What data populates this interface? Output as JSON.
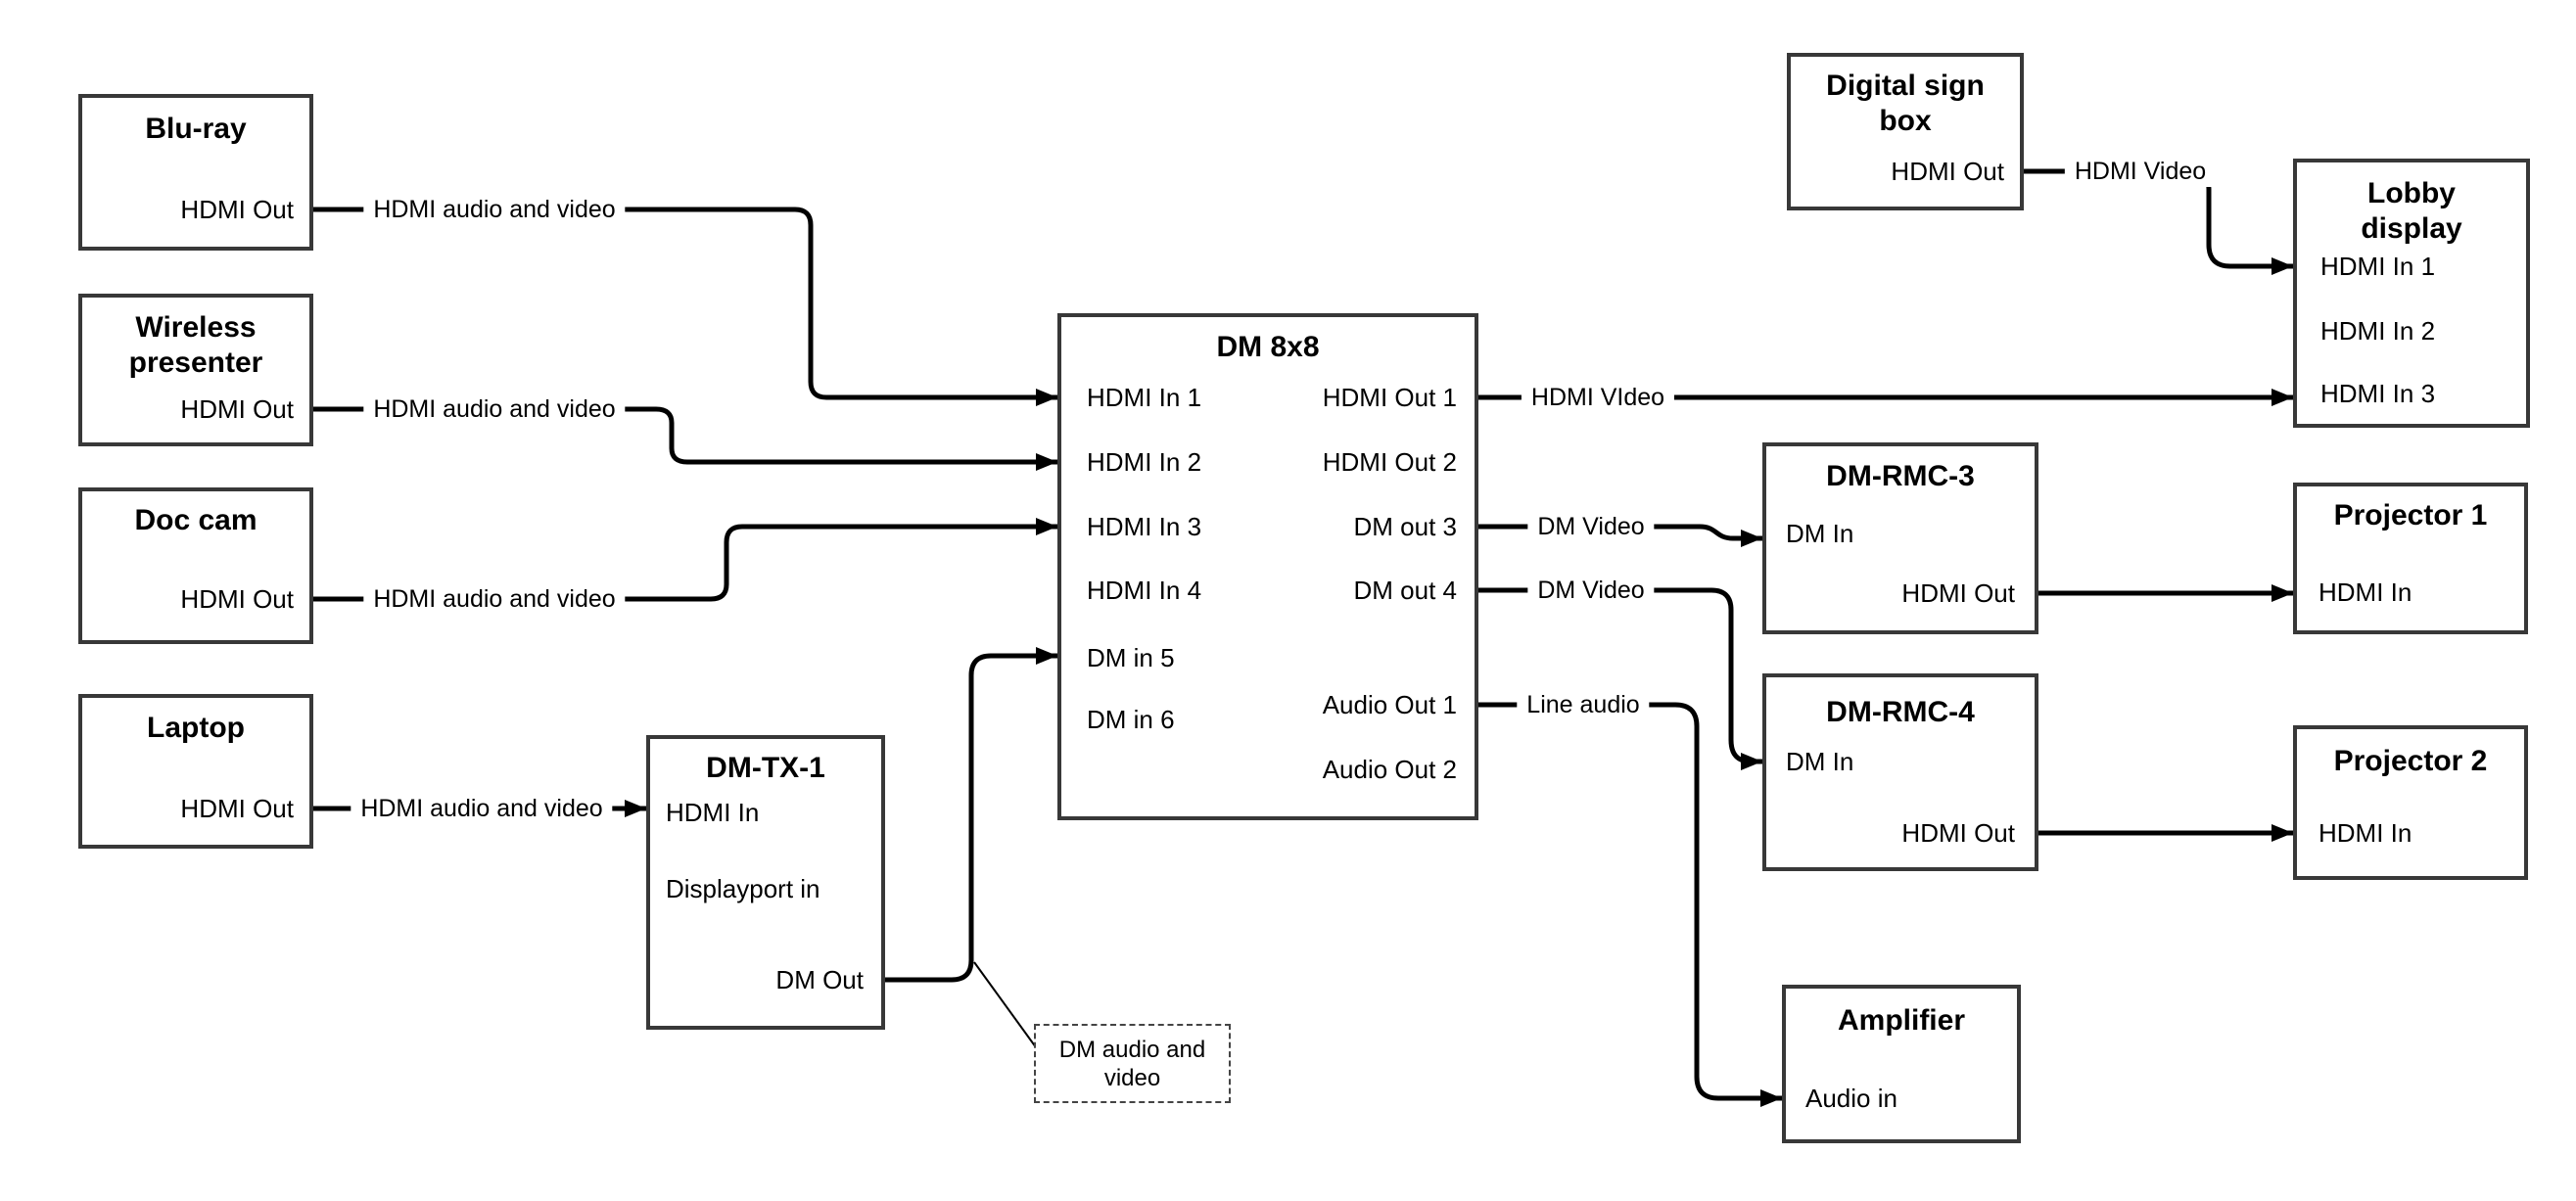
{
  "colors": {
    "background": "#ffffff",
    "box_border": "#383838",
    "wire": "#000000",
    "text": "#000000"
  },
  "nodes": {
    "bluray": {
      "title": "Blu-ray",
      "port_hdmi_out": "HDMI Out"
    },
    "wireless_presenter": {
      "title": "Wireless presenter",
      "port_hdmi_out": "HDMI Out"
    },
    "doc_cam": {
      "title": "Doc cam",
      "port_hdmi_out": "HDMI Out"
    },
    "laptop": {
      "title": "Laptop",
      "port_hdmi_out": "HDMI Out"
    },
    "dm_tx_1": {
      "title": "DM-TX-1",
      "port_hdmi_in": "HDMI In",
      "port_displayport_in": "Displayport in",
      "port_dm_out": "DM Out"
    },
    "dm_8x8": {
      "title": "DM 8x8",
      "port_in1": "HDMI In 1",
      "port_in2": "HDMI In 2",
      "port_in3": "HDMI In 3",
      "port_in4": "HDMI In 4",
      "port_in5": "DM in 5",
      "port_in6": "DM in 6",
      "port_out1": "HDMI Out 1",
      "port_out2": "HDMI Out 2",
      "port_out3": "DM out 3",
      "port_out4": "DM out 4",
      "port_out5": "Audio Out 1",
      "port_out6": "Audio Out 2"
    },
    "digital_sign_box": {
      "title": "Digital sign box",
      "port_hdmi_out": "HDMI Out"
    },
    "lobby_display": {
      "title": "Lobby display",
      "port_hdmi_in_1": "HDMI In 1",
      "port_hdmi_in_2": "HDMI In 2",
      "port_hdmi_in_3": "HDMI In 3"
    },
    "dm_rmc_3": {
      "title": "DM-RMC-3",
      "port_dm_in": "DM In",
      "port_hdmi_out": "HDMI Out"
    },
    "projector_1": {
      "title": "Projector 1",
      "port_hdmi_in": "HDMI In"
    },
    "dm_rmc_4": {
      "title": "DM-RMC-4",
      "port_dm_in": "DM In",
      "port_hdmi_out": "HDMI Out"
    },
    "projector_2": {
      "title": "Projector 2",
      "port_hdmi_in": "HDMI In"
    },
    "amplifier": {
      "title": "Amplifier",
      "port_audio_in": "Audio in"
    }
  },
  "edge_labels": {
    "bluray_to_dm8x8": "HDMI audio and video",
    "wireless_to_dm8x8": "HDMI audio and video",
    "doccam_to_dm8x8": "HDMI audio and video",
    "laptop_to_dmtx1": "HDMI audio and video",
    "dm8x8_out1_to_lobby": "HDMI VIdeo",
    "dm8x8_out3_to_rmc3": "DM Video",
    "dm8x8_out4_to_rmc4": "DM Video",
    "dm8x8_audio1_to_amp": "Line audio",
    "digital_sign_to_lobby": "HDMI Video",
    "note_dm_av": "DM audio and video"
  }
}
